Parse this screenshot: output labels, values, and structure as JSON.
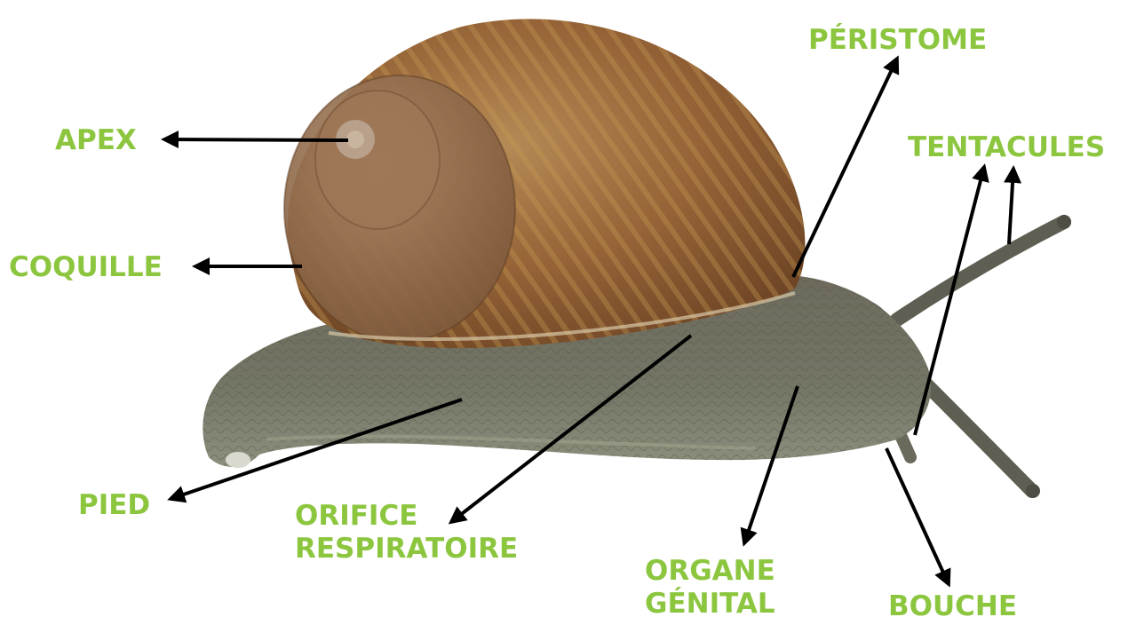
{
  "labels": {
    "apex": "APEX",
    "coquille": "COQUILLE",
    "pied": "PIED",
    "orifice_line1": "ORIFICE",
    "orifice_line2": "RESPIRATOIRE",
    "organe_line1": "ORGANE",
    "organe_line2": "GÉNITAL",
    "bouche": "BOUCHE",
    "tentacules": "TENTACULES",
    "peristome": "PÉRISTOME"
  },
  "colors": {
    "label": "#8cc63f",
    "arrow": "#000000",
    "shell": "#9a6a3c",
    "body": "#6f6f5f"
  }
}
